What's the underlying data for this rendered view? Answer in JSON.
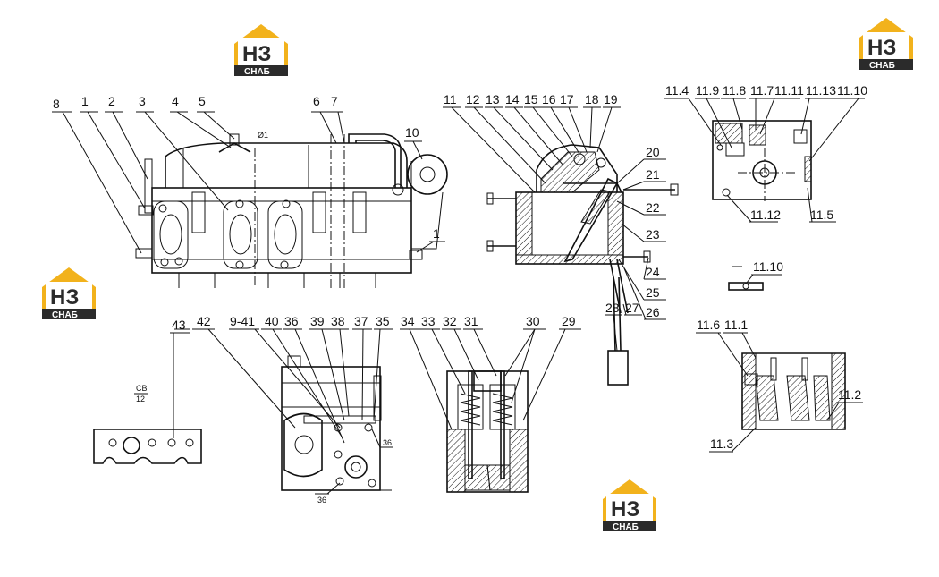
{
  "logos": {
    "mark": "НЗ",
    "sub": "СНАБ",
    "colors": {
      "gold": "#f2b21c",
      "dark": "#2b2b2b",
      "white": "#ffffff"
    }
  },
  "callouts": {
    "head": [
      "8",
      "1",
      "2",
      "3",
      "4",
      "5",
      "6",
      "7",
      "10",
      "1"
    ],
    "injector": [
      "11",
      "12",
      "13",
      "14",
      "15",
      "16",
      "17",
      "18",
      "19",
      "20",
      "21",
      "22",
      "23",
      "24",
      "25",
      "26",
      "27",
      "28"
    ],
    "cover": [
      "11.4",
      "11.9",
      "11.8",
      "11.7",
      "11.11",
      "11.13",
      "11.10",
      "11.12",
      "11.5"
    ],
    "detail": [
      "11.10"
    ],
    "valve_detail": [
      "11.6",
      "11.1",
      "11.2",
      "11.3"
    ],
    "gasket": [
      "43"
    ],
    "side": [
      "42",
      "9-41",
      "40",
      "36",
      "39",
      "38",
      "37",
      "35",
      "36",
      "36"
    ],
    "section": [
      "34",
      "33",
      "32",
      "31",
      "30",
      "29"
    ]
  },
  "small_text": {
    "head_mark": "Ø1",
    "gasket_note": [
      "СВ",
      "12"
    ]
  }
}
